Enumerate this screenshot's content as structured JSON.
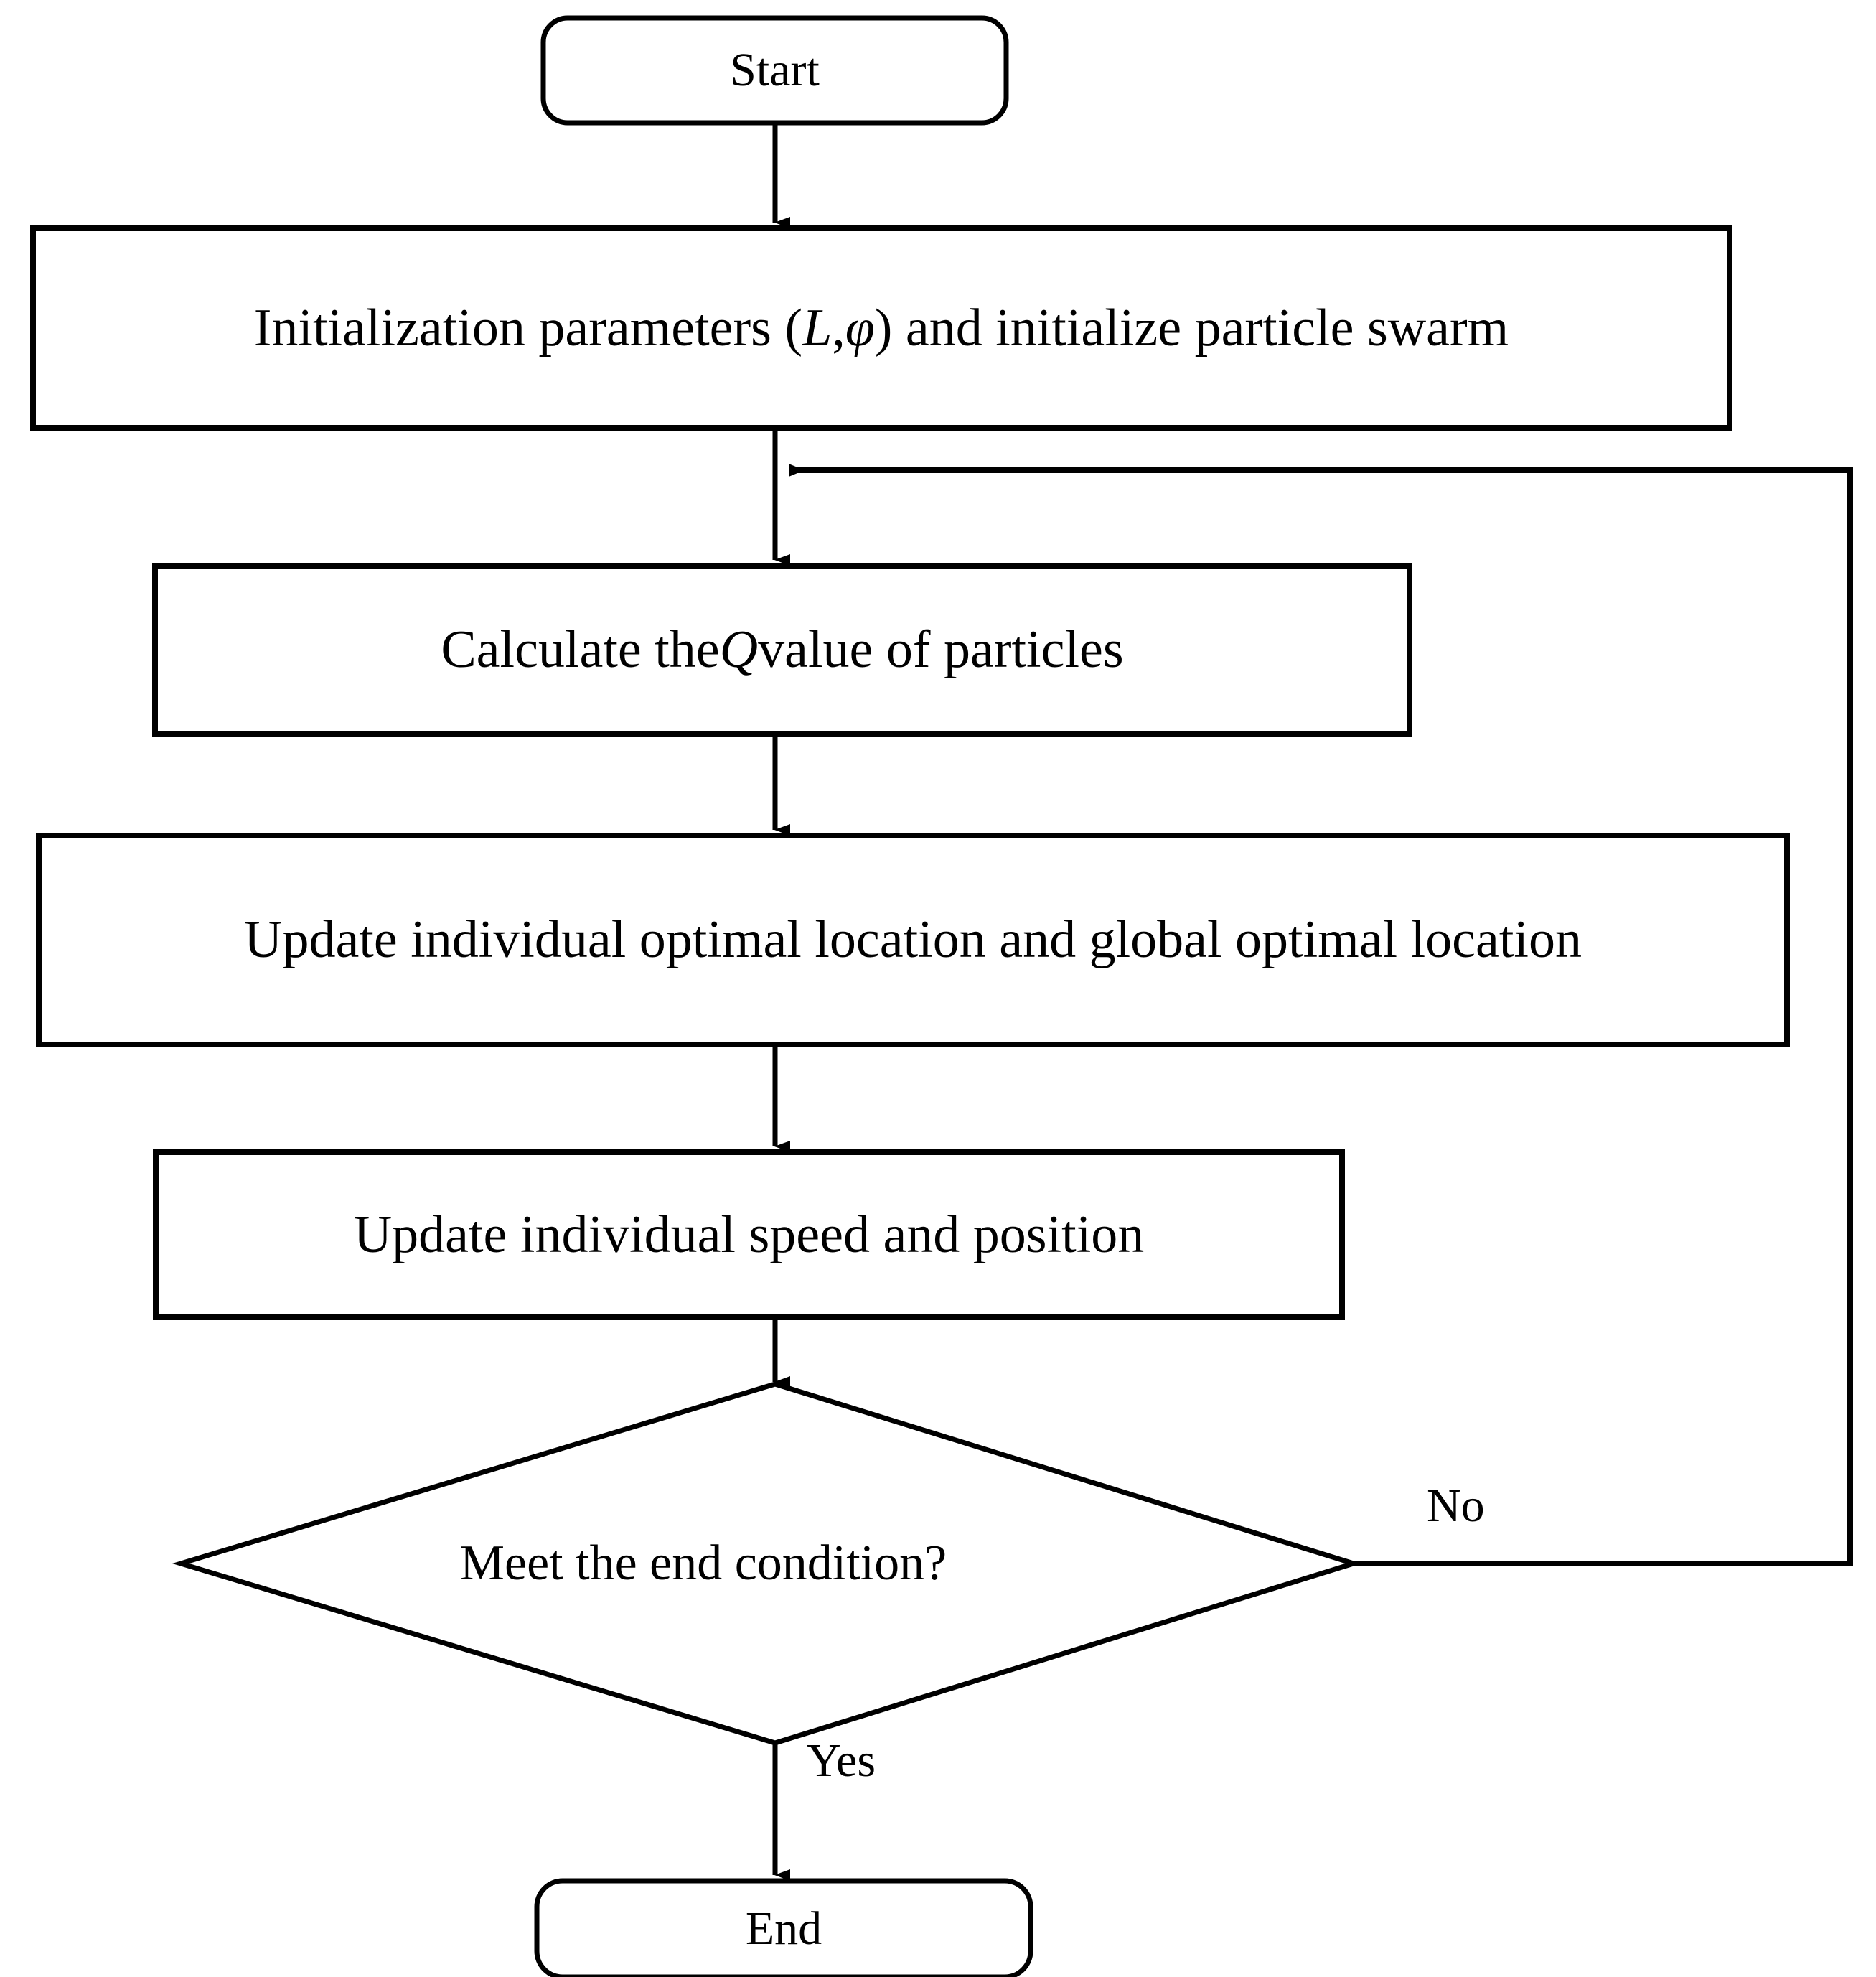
{
  "diagram": {
    "type": "flowchart",
    "title": "Particle swarm optimization procedure",
    "background_color": "#ffffff",
    "stroke_color": "#000000"
  },
  "nodes": {
    "start": {
      "label": "Start",
      "shape": "rounded-rectangle"
    },
    "initialize": {
      "label_prefix": "Initialization parameters (",
      "label_var1": "L",
      "label_comma": ", ",
      "label_var2": "φ",
      "label_suffix": ") and initialize particle swarm",
      "shape": "rectangle"
    },
    "calculate": {
      "label_prefix": "Calculate the ",
      "label_var": "Q",
      "label_suffix": " value of particles",
      "shape": "rectangle"
    },
    "update_optimal": {
      "label": "Update individual optimal location and global optimal location",
      "shape": "rectangle"
    },
    "update_speed": {
      "label": "Update individual speed and position",
      "shape": "rectangle"
    },
    "decision": {
      "label": "Meet the end condition?",
      "shape": "diamond"
    },
    "end": {
      "label": "End",
      "shape": "rounded-rectangle"
    }
  },
  "edges": {
    "start_to_initialize": {
      "label": ""
    },
    "initialize_to_calculate": {
      "label": ""
    },
    "calculate_to_update_optimal": {
      "label": ""
    },
    "update_optimal_to_update_speed": {
      "label": ""
    },
    "update_speed_to_decision": {
      "label": ""
    },
    "decision_no": {
      "label": "No"
    },
    "decision_yes": {
      "label": "Yes"
    }
  }
}
